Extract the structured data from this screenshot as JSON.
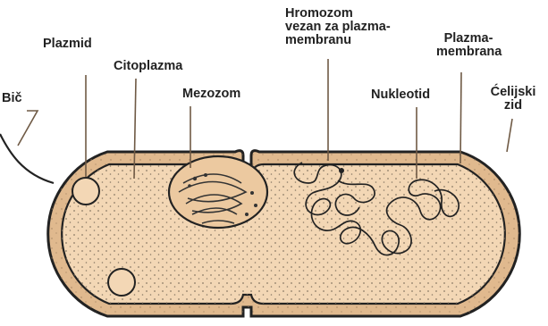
{
  "labels": {
    "plazmid": "Plazmid",
    "citoplazma": "Citoplazma",
    "bic": "Bič",
    "mezozom": "Mezozom",
    "hromozom_1": "Hromozom",
    "hromozom_2": "vezan za plazma-",
    "hromozom_3": "membranu",
    "plazmamembrana_1": "Plazma-",
    "plazmamembrana_2": "membrana",
    "nukleotid": "Nukleotid",
    "celijski_zid_1": "Ćelijski",
    "celijski_zid_2": "zid"
  },
  "colors": {
    "cell_wall": "#e0b98e",
    "cytoplasm": "#f3d7b5",
    "outline": "#222222",
    "leader_line": "#6f5a45",
    "granules": "#8a7a66",
    "background": "#ffffff"
  }
}
